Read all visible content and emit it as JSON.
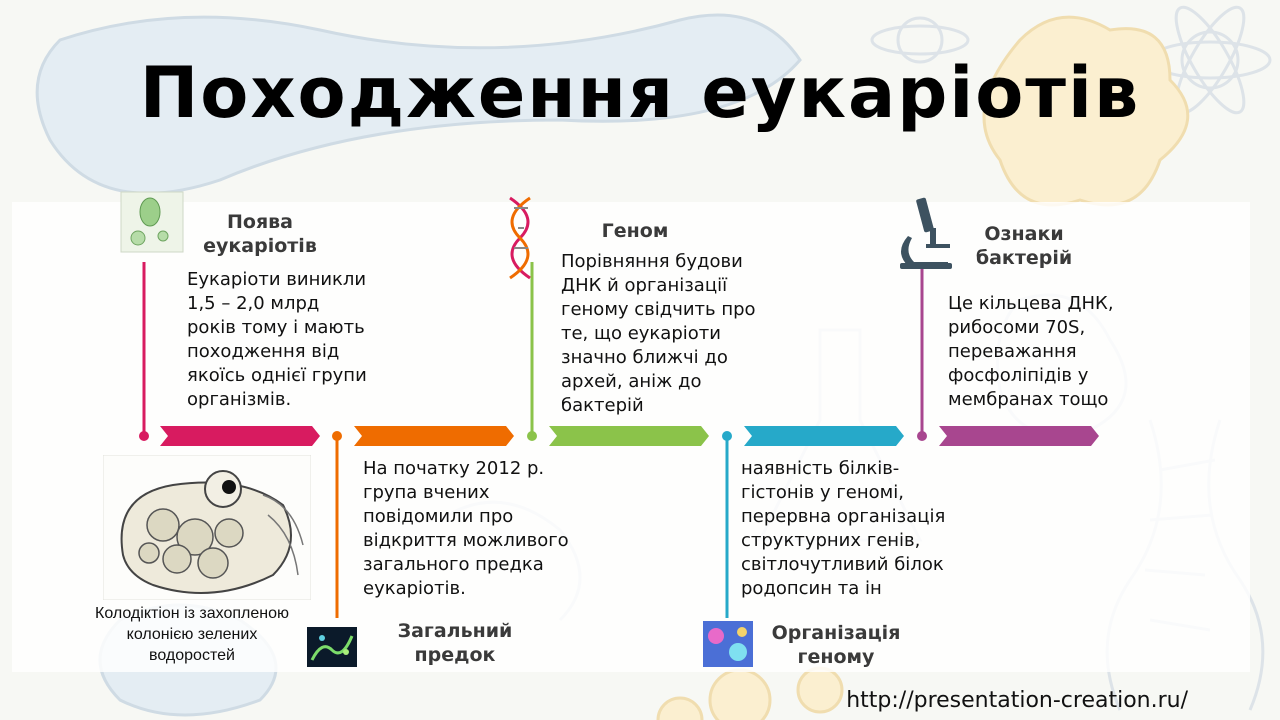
{
  "slide": {
    "title": "Походження еукаріотів",
    "footer_url": "http://presentation-creation.ru/"
  },
  "timeline": {
    "colors": [
      "#d81b60",
      "#ef6c00",
      "#8bc34a",
      "#26a9c9",
      "#a8468f"
    ],
    "events": [
      {
        "heading": "Поява еукаріотів",
        "text": "Еукаріоти виникли 1,5 – 2,0 млрд років тому і мають походження від якоїсь однієї групи організмів.",
        "icon": "algae-cell-icon"
      },
      {
        "heading": "Загальний предок",
        "text": "На початку 2012 р. група вчених повідомили про відкриття можливого загального предка еукаріотів.",
        "icon": "microorganism-photo-icon"
      },
      {
        "heading": "Геном",
        "text": "Порівняння будови ДНК й організації геному свідчить про те, що еукаріоти значно ближчі до архей, аніж до бактерій",
        "icon": "dna-helix-icon"
      },
      {
        "heading": "Організація геному",
        "text": "наявність білків-гістонів у геномі, перервна організація структурних генів, світлочутливий білок родопсин та ін",
        "icon": "cells-photo-icon"
      },
      {
        "heading": "Ознаки бактерій",
        "text": "Це кільцева ДНК, рибосоми 70S, переважання фосфоліпідів у мембранах тощо",
        "icon": "microscope-icon"
      }
    ]
  },
  "illustration": {
    "caption": "Колодіктіон із захопленою колонією зелених водоростей"
  }
}
